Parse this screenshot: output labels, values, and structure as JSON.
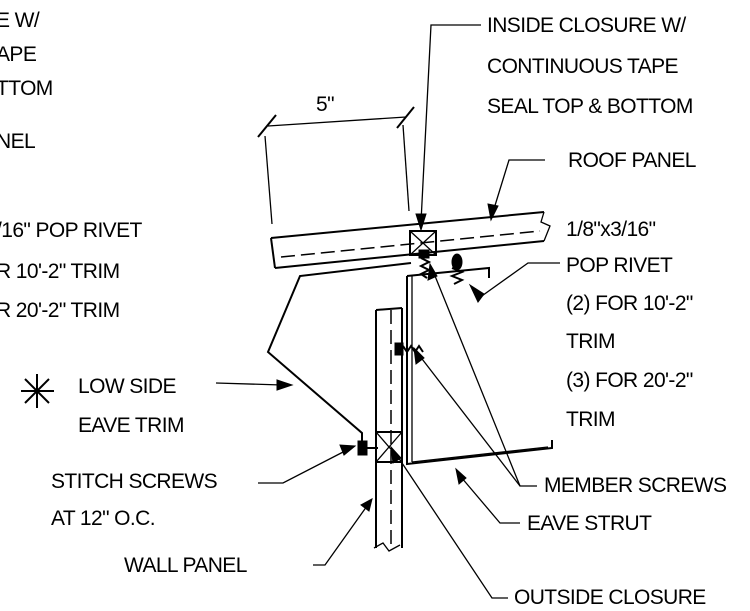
{
  "labels": {
    "left_clip_1": "E W/",
    "left_clip_2": "APE",
    "left_clip_3": "TTOM",
    "left_clip_4": "NEL",
    "left_clip_5": "/16\" POP RIVET",
    "left_clip_6": "R 10'-2\" TRIM",
    "left_clip_7": "R 20'-2\" TRIM",
    "inside_closure_1": "INSIDE CLOSURE W/",
    "inside_closure_2": "CONTINUOUS TAPE",
    "inside_closure_3": "SEAL TOP & BOTTOM",
    "dimension": "5\"",
    "roof_panel": "ROOF PANEL",
    "pop_rivet_1": "1/8\"x3/16\"",
    "pop_rivet_2": "POP RIVET",
    "pop_rivet_3": "(2) FOR 10'-2\"",
    "pop_rivet_4": "TRIM",
    "pop_rivet_5": "(3) FOR 20'-2\"",
    "pop_rivet_6": "TRIM",
    "low_side_1": "LOW SIDE",
    "low_side_2": "EAVE TRIM",
    "stitch_1": "STITCH SCREWS",
    "stitch_2": "AT 12\" O.C.",
    "wall_panel": "WALL PANEL",
    "member_screws": "MEMBER SCREWS",
    "eave_strut": "EAVE STRUT",
    "outside_closure": "OUTSIDE CLOSURE"
  }
}
